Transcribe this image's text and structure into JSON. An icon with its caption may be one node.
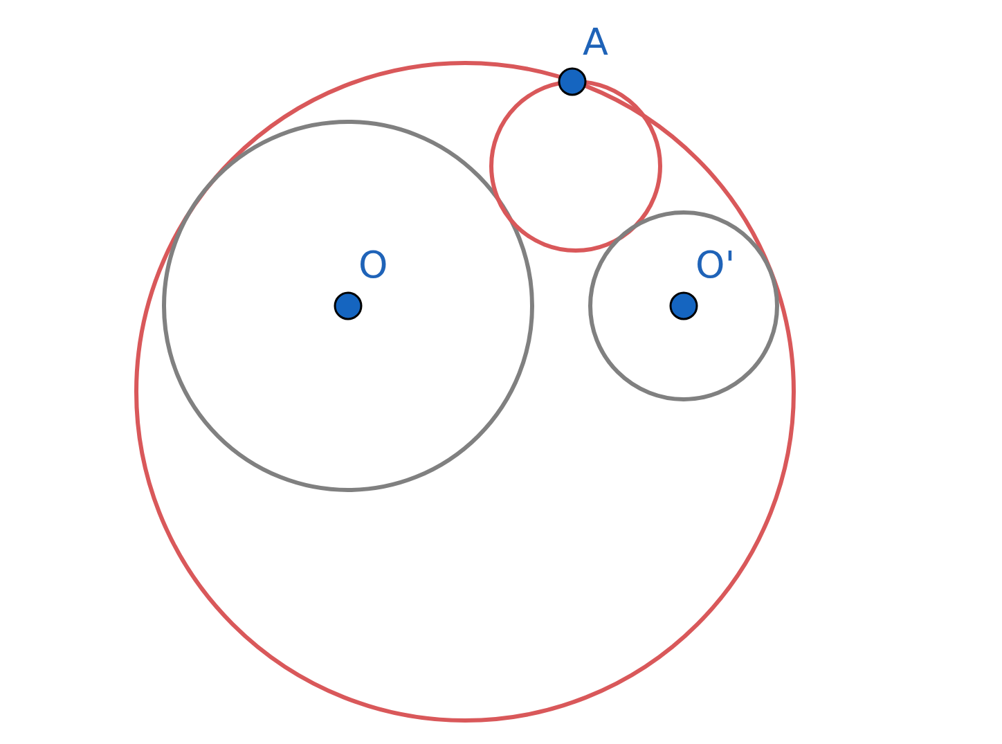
{
  "diagram": {
    "labels": [
      "A",
      "O",
      "O'"
    ]
  }
}
